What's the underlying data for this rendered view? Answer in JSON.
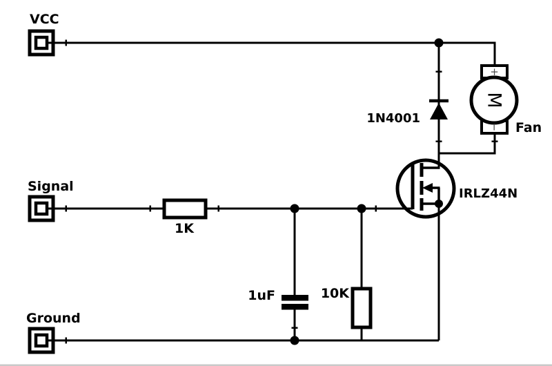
{
  "canvas": {
    "background": "#ffffff",
    "line_color": "#000000",
    "bottom_edge_color": "#c9c9c9"
  },
  "terminals": {
    "vcc": {
      "label": "VCC"
    },
    "signal": {
      "label": "Signal"
    },
    "ground": {
      "label": "Ground"
    }
  },
  "components": {
    "r1": {
      "type": "resistor",
      "label": "1K"
    },
    "c1": {
      "type": "capacitor",
      "label": "1uF"
    },
    "r2": {
      "type": "resistor",
      "label": "10K"
    },
    "d1": {
      "type": "diode",
      "label": "1N4001"
    },
    "q1": {
      "type": "n-channel-mosfet",
      "label": "IRLZ44N"
    },
    "m1": {
      "type": "dc-motor-fan",
      "label": "Fan",
      "symbol": "M",
      "positive_mark": "+",
      "negative_mark": "−"
    }
  }
}
